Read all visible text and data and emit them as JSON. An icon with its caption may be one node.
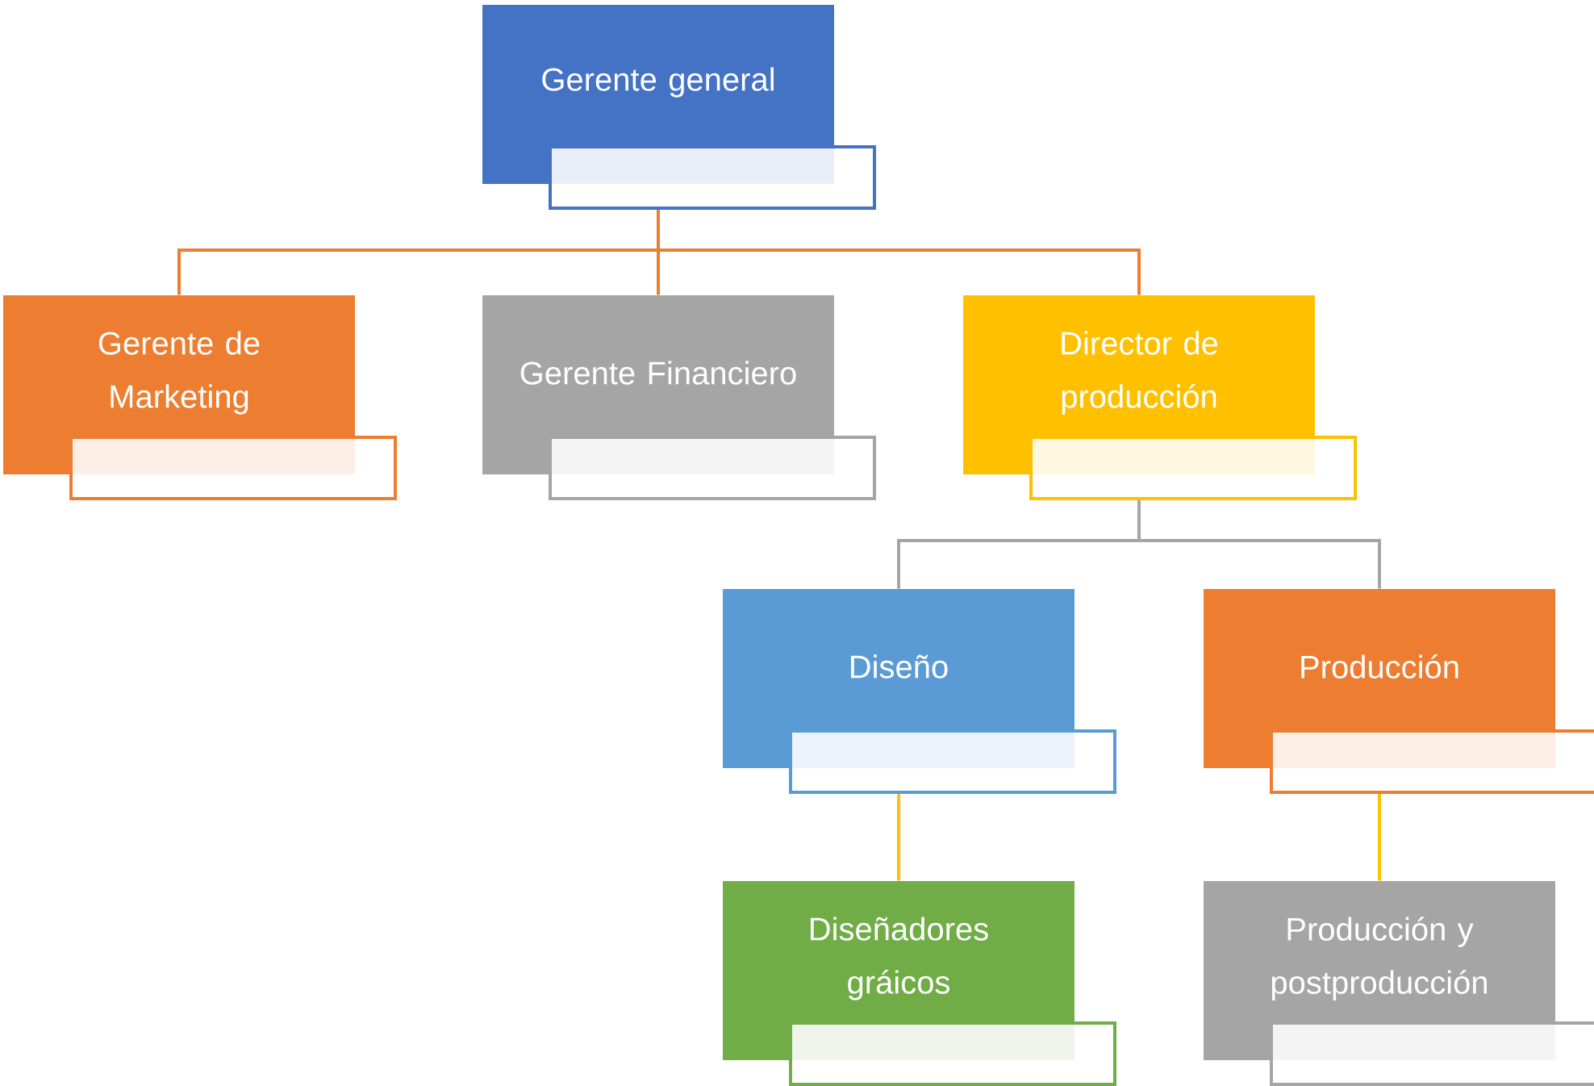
{
  "diagram": {
    "nodes": [
      {
        "text": [
          "Gerente general"
        ]
      },
      {
        "text": [
          "Gerente de Marketing"
        ]
      },
      {
        "text": [
          "Gerente Financiero"
        ]
      },
      {
        "text": [
          "Director de producción"
        ]
      },
      {
        "text": [
          "Diseño"
        ]
      },
      {
        "text": [
          "Producción"
        ]
      },
      {
        "text": [
          "Diseñadores gráicos"
        ]
      },
      {
        "text": [
          "Producción y postproducción"
        ]
      }
    ],
    "edges": [
      {
        "from": 0,
        "to": 1,
        "arrow": "none"
      },
      {
        "from": 0,
        "to": 2,
        "arrow": "none"
      },
      {
        "from": 0,
        "to": 3,
        "arrow": "none"
      },
      {
        "from": 3,
        "to": 4,
        "arrow": "none",
        "color": "#a5a5a5"
      },
      {
        "from": 3,
        "to": 5,
        "arrow": "none",
        "color": "#a5a5a5"
      },
      {
        "from": 4,
        "to": 6,
        "arrow": "none",
        "color": "#ffc000"
      },
      {
        "from": 5,
        "to": 7,
        "arrow": "none",
        "color": "#ffc000"
      }
    ]
  }
}
